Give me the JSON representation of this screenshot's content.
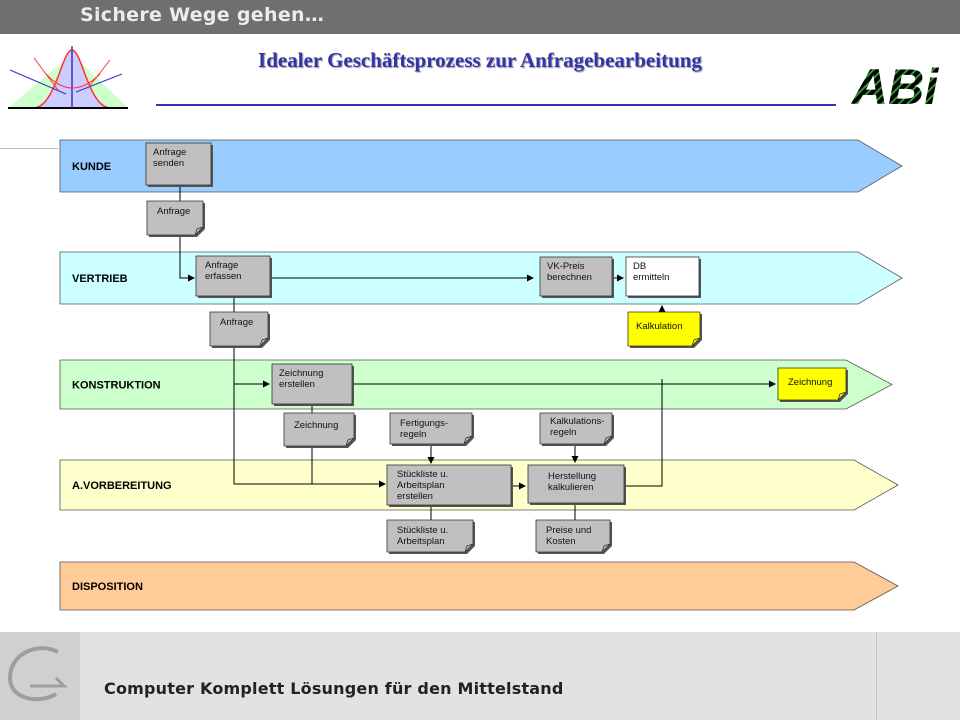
{
  "header": {
    "slogan": "Sichere Wege gehen…"
  },
  "title": "Idealer Geschäftsprozess zur Anfragebearbeitung",
  "logo_right": {
    "text": "ABi"
  },
  "lanes": [
    {
      "label": "KUNDE",
      "color": "#99ccff"
    },
    {
      "label": "VERTRIEB",
      "color": "#ccffff"
    },
    {
      "label": "KONSTRUKTION",
      "color": "#ccffcc"
    },
    {
      "label": "A.VORBEREITUNG",
      "color": "#ffffcc"
    },
    {
      "label": "DISPOSITION",
      "color": "#ffcc99"
    }
  ],
  "processes": {
    "anfrage_senden": [
      "Anfrage",
      "senden"
    ],
    "anfrage_erfassen": [
      "Anfrage",
      "erfassen"
    ],
    "vk_preis": [
      "VK-Preis",
      "berechnen"
    ],
    "db_ermitteln": [
      "DB",
      "ermitteln"
    ],
    "zeichnung_erstellen": [
      "Zeichnung",
      "erstellen"
    ],
    "stueckliste_erstellen": [
      "Stückliste u.",
      "Arbeitsplan",
      "erstellen"
    ],
    "herstellung": [
      "Herstellung",
      "kalkulieren"
    ]
  },
  "documents": {
    "anfrage_1": [
      "Anfrage"
    ],
    "anfrage_2": [
      "Anfrage"
    ],
    "kalkulation": [
      "Kalkulation"
    ],
    "zeichnung_1": [
      "Zeichnung"
    ],
    "zeichnung_2": [
      "Zeichnung"
    ],
    "fertigungsregeln": [
      "Fertigungs-",
      "regeln"
    ],
    "kalkulationsregeln": [
      "Kalkulations-",
      "regeln"
    ],
    "stueckliste": [
      "Stückliste u.",
      "Arbeitsplan"
    ],
    "preise": [
      "Preise und",
      "Kosten"
    ]
  },
  "colors": {
    "process": "#c0c0c0",
    "document": "#c0c0c0",
    "highlight": "#ffff00",
    "db_box": "#ffffff",
    "title": "#3333aa"
  },
  "footer": {
    "company": "Computer Komplett Lösungen für den Mittelstand"
  }
}
